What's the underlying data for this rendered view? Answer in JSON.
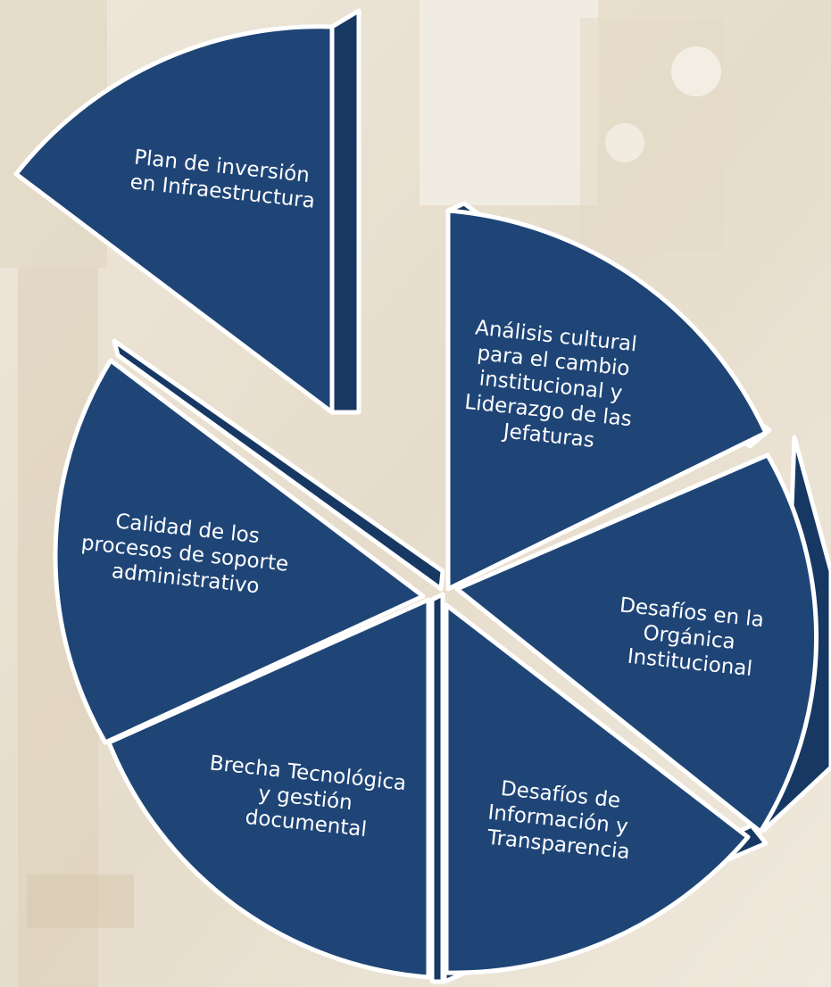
{
  "colors": {
    "segment": "#1f4577",
    "segment_side": "#163863",
    "outline": "#ffffff",
    "background": "#e9e0cf"
  },
  "segments": [
    {
      "id": "infraestructura",
      "lines": [
        "Plan de inversión",
        "en Infraestructura"
      ]
    },
    {
      "id": "analisis",
      "lines": [
        "Análisis cultural",
        "para el cambio",
        "institucional y",
        "Liderazgo de las",
        "Jefaturas"
      ]
    },
    {
      "id": "organica",
      "lines": [
        "Desafíos en la",
        "Orgánica",
        "Institucional"
      ]
    },
    {
      "id": "informacion",
      "lines": [
        "Desafíos de",
        "Información y",
        "Transparencia"
      ]
    },
    {
      "id": "brecha",
      "lines": [
        "Brecha Tecnológica",
        "y gestión",
        "documental"
      ]
    },
    {
      "id": "calidad",
      "lines": [
        "Calidad de los",
        "procesos de soporte",
        "administrativo"
      ]
    }
  ]
}
